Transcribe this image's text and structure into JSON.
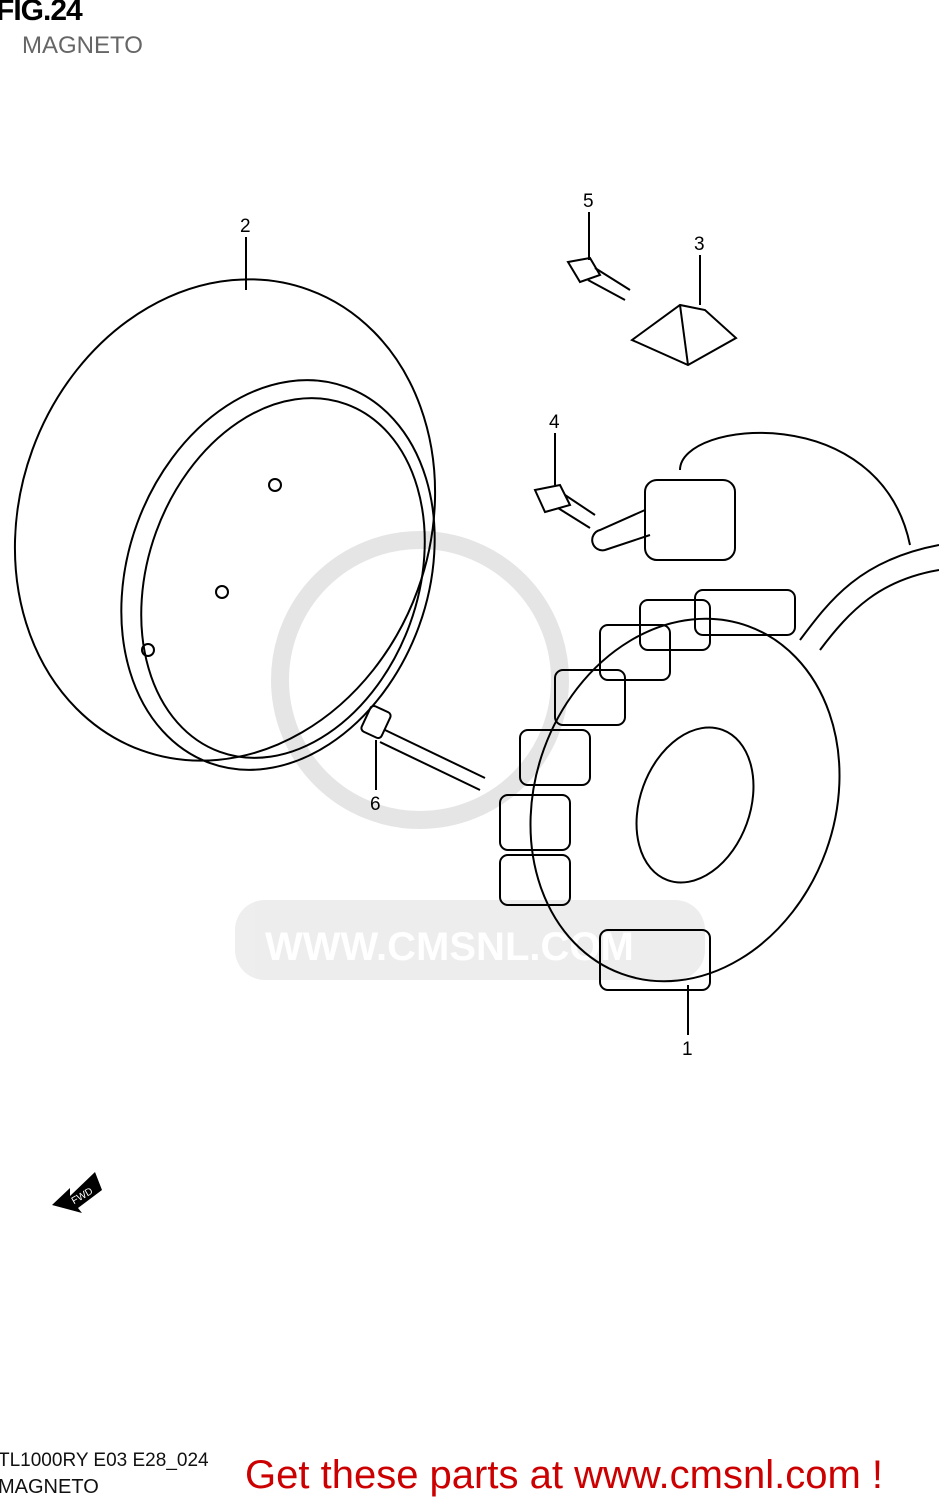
{
  "header": {
    "figure": "FIG.24",
    "subtitle": "MAGNETO"
  },
  "footer": {
    "model_code": "TL1000RY E03 E28_024",
    "caption": "MAGNETO",
    "promo": "Get these parts at www.cmsnl.com !"
  },
  "callouts": [
    "1",
    "2",
    "3",
    "4",
    "5",
    "6"
  ],
  "watermark": "WWW.CMSNL.COM",
  "fwd_label": "FWD",
  "colors": {
    "promo": "#cc0000",
    "watermark": "#d8d8d8"
  }
}
